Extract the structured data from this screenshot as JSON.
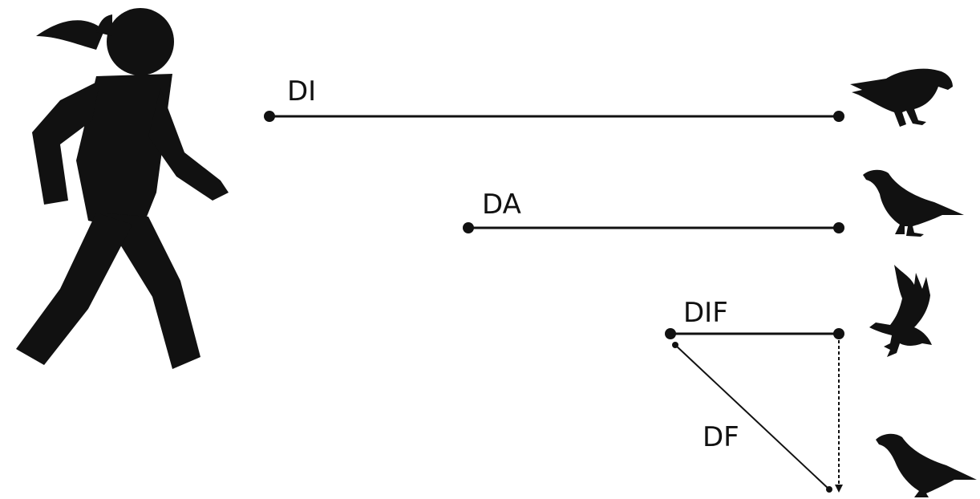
{
  "labels": {
    "di": "DI",
    "da": "DA",
    "dif": "DIF",
    "df": "DF"
  },
  "colors": {
    "ink": "#111111",
    "background": "#ffffff"
  }
}
